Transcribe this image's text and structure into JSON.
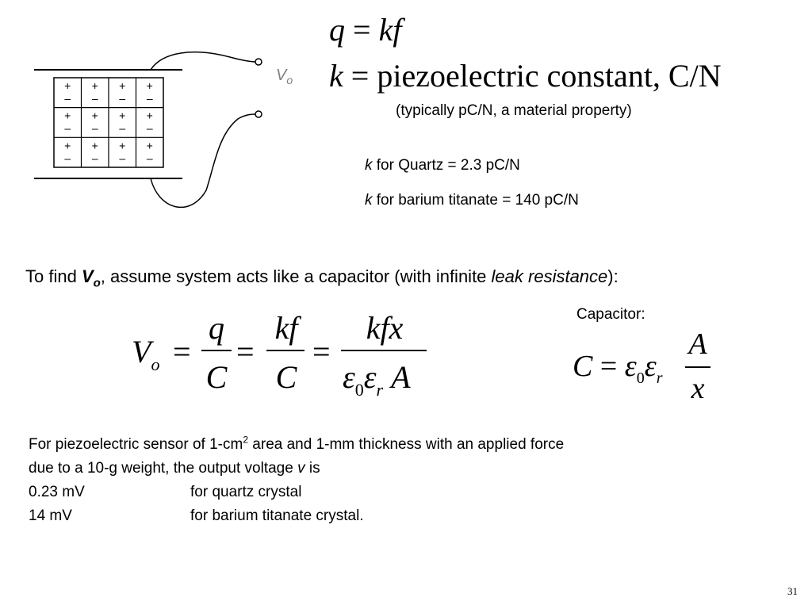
{
  "equations": {
    "q": "q",
    "eq": "=",
    "kf": "kf",
    "k": "k",
    "k_def": "piezoelectric constant, C/N"
  },
  "notes": {
    "typical": "(typically pC/N, a material property)",
    "k_sym": "k",
    "quartz": "for Quartz = 2.3 pC/N",
    "barium": "for barium titanate = 140 pC/N"
  },
  "diagram": {
    "vo_main": "V",
    "vo_sub": "o",
    "signs_plus": "+",
    "signs_minus": "–"
  },
  "find_line": {
    "pre": "To find ",
    "v": "V",
    "sub": "o",
    "mid": ", assume system acts like a capacitor (with infinite ",
    "em": "leak resistance",
    "post": "):"
  },
  "formula": {
    "Vo_V": "V",
    "Vo_o": "o",
    "eq": "=",
    "f1_num": "q",
    "f1_den": "C",
    "f2_num": "kf",
    "f2_den": "C",
    "f3_num": "kfx",
    "f3_den_e": "ε",
    "f3_den_0": "0",
    "f3_den_r": "r",
    "f3_den_A": "A"
  },
  "capacitor": {
    "label": "Capacitor:",
    "C": "C",
    "eq": "=",
    "e": "ε",
    "sub0": "0",
    "subr": "r",
    "num": "A",
    "den": "x"
  },
  "description": {
    "line1_a": "For piezoelectric sensor of 1-cm",
    "line1_sup": "2",
    "line1_b": " area and 1-mm thickness with an applied force",
    "line2_a": "due to a 10-g weight, the output voltage ",
    "line2_v": "v",
    "line2_b": " is",
    "r1_val": "0.23 mV",
    "r1_desc": "for quartz crystal",
    "r2_val": "14 mV",
    "r2_desc": "for barium titanate crystal."
  },
  "page_number": "31"
}
